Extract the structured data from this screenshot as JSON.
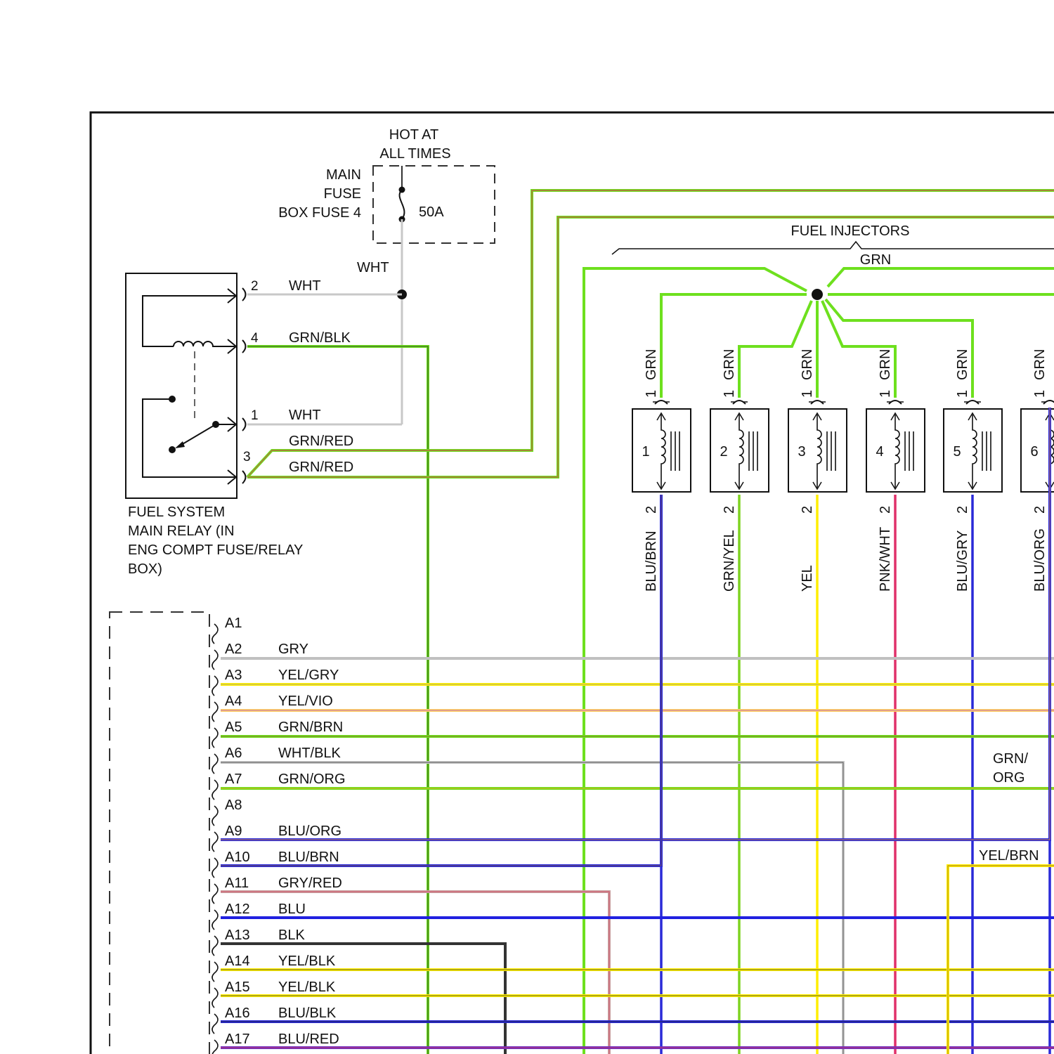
{
  "fuse": {
    "hot_line1": "HOT AT",
    "hot_line2": "ALL TIMES",
    "name_line1": "MAIN",
    "name_line2": "FUSE",
    "name_line3": "BOX FUSE 4",
    "rating": "50A",
    "wire": "WHT"
  },
  "relay": {
    "name_line1": "FUEL SYSTEM",
    "name_line2": "MAIN RELAY (IN",
    "name_line3": "ENG COMPT FUSE/RELAY",
    "name_line4": "BOX)",
    "pins": [
      {
        "num": "2",
        "wire": "WHT"
      },
      {
        "num": "4",
        "wire": "GRN/BLK"
      },
      {
        "num": "1",
        "wire": "WHT"
      },
      {
        "num": "3",
        "wire_a": "GRN/RED",
        "wire_b": "GRN/RED"
      }
    ]
  },
  "injectors": {
    "title": "FUEL INJECTORS",
    "common_wire": "GRN",
    "items": [
      {
        "num": "1",
        "pin1": "1",
        "in_wire": "GRN",
        "pin2": "2",
        "out_wire": "BLU/BRN",
        "color": "#2a2ad8"
      },
      {
        "num": "2",
        "pin1": "1",
        "in_wire": "GRN",
        "pin2": "2",
        "out_wire": "GRN/YEL",
        "color": "#7ed321"
      },
      {
        "num": "3",
        "pin1": "1",
        "in_wire": "GRN",
        "pin2": "2",
        "out_wire": "YEL",
        "color": "#ffee00"
      },
      {
        "num": "4",
        "pin1": "1",
        "in_wire": "GRN",
        "pin2": "2",
        "out_wire": "PNK/WHT",
        "color": "#e0306a"
      },
      {
        "num": "5",
        "pin1": "1",
        "in_wire": "GRN",
        "pin2": "2",
        "out_wire": "BLU/GRY",
        "color": "#2a2ad8"
      },
      {
        "num": "6",
        "pin1": "1",
        "in_wire": "GRN",
        "pin2": "2",
        "out_wire": "BLU/ORG",
        "color": "#2a2ad8"
      }
    ]
  },
  "ecm": {
    "pins": [
      {
        "id": "A1",
        "wire": ""
      },
      {
        "id": "A2",
        "wire": "GRY"
      },
      {
        "id": "A3",
        "wire": "YEL/GRY"
      },
      {
        "id": "A4",
        "wire": "YEL/VIO"
      },
      {
        "id": "A5",
        "wire": "GRN/BRN"
      },
      {
        "id": "A6",
        "wire": "WHT/BLK"
      },
      {
        "id": "A7",
        "wire": "GRN/ORG"
      },
      {
        "id": "A8",
        "wire": ""
      },
      {
        "id": "A9",
        "wire": "BLU/ORG"
      },
      {
        "id": "A10",
        "wire": "BLU/BRN"
      },
      {
        "id": "A11",
        "wire": "GRY/RED"
      },
      {
        "id": "A12",
        "wire": "BLU"
      },
      {
        "id": "A13",
        "wire": "BLK"
      },
      {
        "id": "A14",
        "wire": "YEL/BLK"
      },
      {
        "id": "A15",
        "wire": "YEL/BLK"
      },
      {
        "id": "A16",
        "wire": "BLU/BLK"
      },
      {
        "id": "A17",
        "wire": "BLU/RED"
      }
    ]
  },
  "right_labels": {
    "grn_org_line1": "GRN/",
    "grn_org_line2": "ORG",
    "yel_brn": "YEL/BRN"
  },
  "colors": {
    "green": "#6ee01e",
    "white_wire": "#c8c8c8",
    "blue": "#2a2ad8",
    "yellow": "#ffee00",
    "red": "#d83050",
    "black": "#111111"
  }
}
